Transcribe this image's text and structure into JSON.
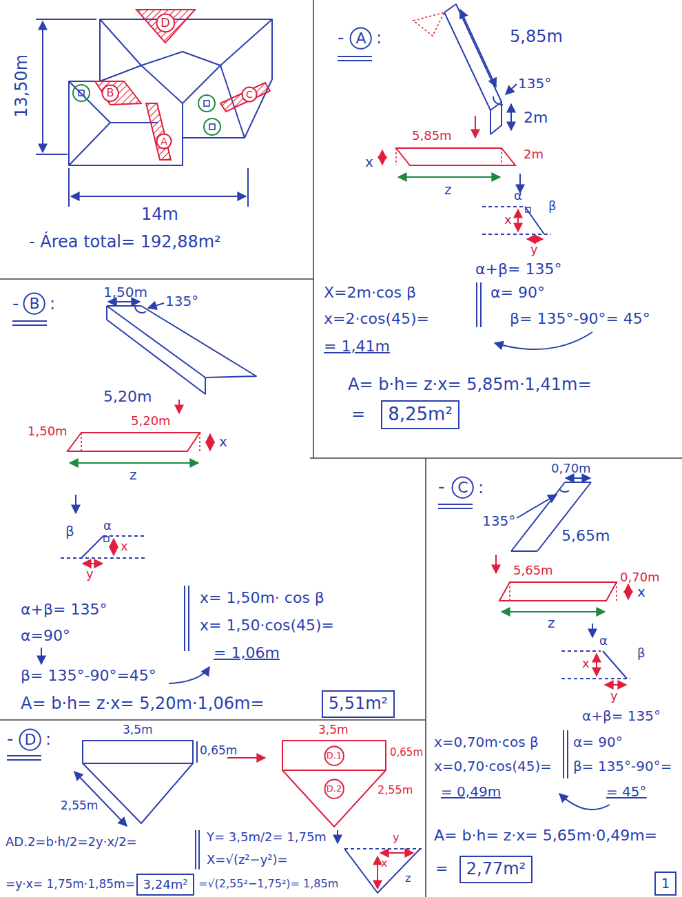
{
  "diagram": {
    "nodes": [
      {
        "text": [
          "D"
        ]
      },
      {
        "text": [
          "B"
        ]
      },
      {
        "text": [
          "A"
        ]
      },
      {
        "text": [
          "C"
        ]
      },
      {
        "text": [
          "A"
        ]
      },
      {
        "text": [
          "8,25m²"
        ]
      },
      {
        "text": [
          "B"
        ]
      },
      {
        "text": [
          "5,51m²"
        ]
      },
      {
        "text": [
          "C"
        ]
      },
      {
        "text": [
          "2,77m²"
        ]
      },
      {
        "text": [
          "D"
        ]
      },
      {
        "text": [
          "D.1"
        ]
      },
      {
        "text": [
          "D.2"
        ]
      },
      {
        "text": [
          "3,24m²"
        ]
      },
      {
        "text": [
          "1"
        ]
      }
    ],
    "labels": [
      "13,50m",
      "14m",
      "- Área total= 192,88m²",
      "-",
      ":",
      "5,85m",
      "135°",
      "2m",
      "5,85m",
      "2m",
      "x",
      "z",
      "α",
      "β",
      "x",
      "y",
      "α+β= 135°",
      "X=2m·cos β",
      "α= 90°",
      "x=2·cos(45)=",
      "β= 135°-90°= 45°",
      "= 1,41m",
      "A= b·h= z·x= 5,85m·1,41m=",
      "=",
      "-",
      ":",
      "1,50m",
      "135°",
      "5,20m",
      "5,20m",
      "1,50m",
      "x",
      "z",
      "β",
      "α",
      "x",
      "y",
      "α+β= 135°",
      "α=90°",
      "β= 135°-90°=45°",
      "x= 1,50m· cos β",
      "x= 1,50·cos(45)=",
      "= 1,06m",
      "A= b·h= z·x= 5,20m·1,06m=",
      "-",
      ":",
      "0,70m",
      "135°",
      "5,65m",
      "5,65m",
      "0,70m",
      "x",
      "z",
      "α",
      "β",
      "x",
      "y",
      "α+β= 135°",
      "x=0,70m·cos β",
      "x=0,70·cos(45)=",
      "= 0,49m",
      "α= 90°",
      "β= 135°-90°=",
      "= 45°",
      "A= b·h= z·x= 5,65m·0,49m=",
      "=",
      "-",
      ":",
      "3,5m",
      "0,65m",
      "2,55m",
      "3,5m",
      "0,65m",
      "2,55m",
      "y",
      "x",
      "z",
      "AD.2=b·h/2=2y·x/2=",
      "Y= 3,5m/2= 1,75m",
      "X=√(z²−y²)=",
      "=√(2,55²−1,75²)= 1,85m",
      "=y·x= 1,75m·1,85m="
    ]
  }
}
